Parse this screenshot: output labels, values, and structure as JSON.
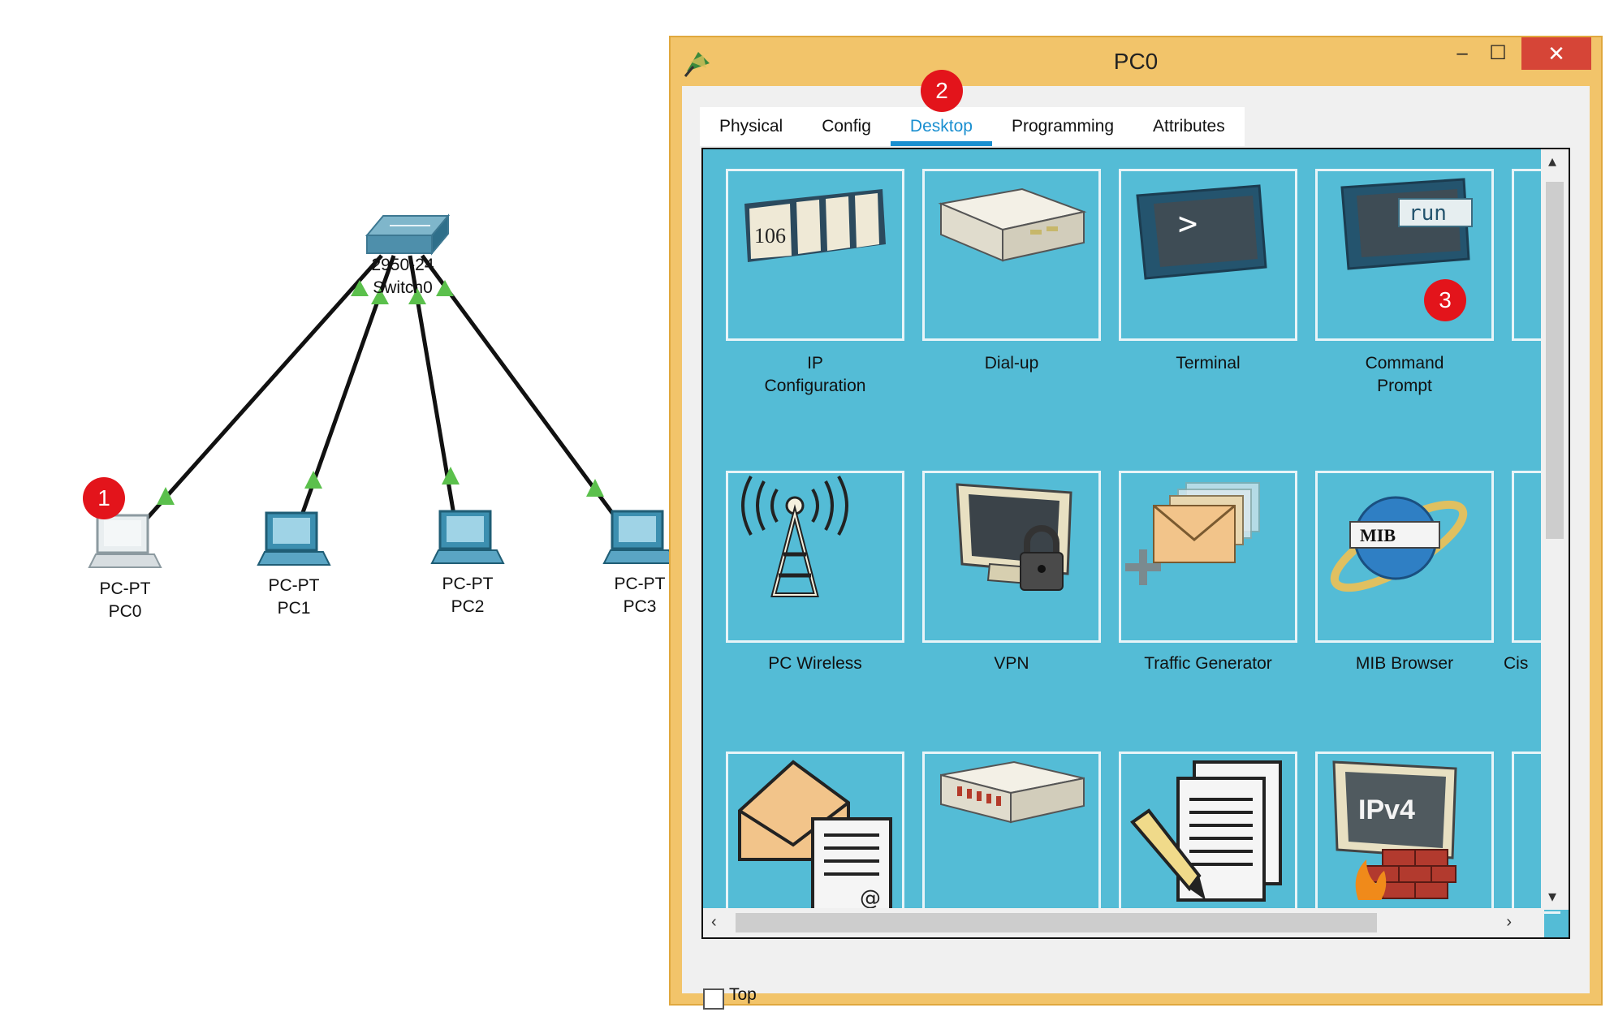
{
  "topology": {
    "switch": {
      "model": "2950-24",
      "name": "Switch0"
    },
    "pcs": [
      {
        "type": "PC-PT",
        "name": "PC0"
      },
      {
        "type": "PC-PT",
        "name": "PC1"
      },
      {
        "type": "PC-PT",
        "name": "PC2"
      },
      {
        "type": "PC-PT",
        "name": "PC3"
      }
    ]
  },
  "markers": [
    "1",
    "2",
    "3"
  ],
  "window": {
    "title": "PC0",
    "controls": {
      "minimize": "–",
      "maximize": "☐",
      "close": "✕"
    },
    "tabs": [
      "Physical",
      "Config",
      "Desktop",
      "Programming",
      "Attributes"
    ],
    "active_tab": "Desktop",
    "desktop_apps": [
      {
        "label_line1": "IP",
        "label_line2": "Configuration",
        "icon": "ip-configuration-icon",
        "icon_text": "106"
      },
      {
        "label_line1": "Dial-up",
        "label_line2": "",
        "icon": "modem-icon"
      },
      {
        "label_line1": "Terminal",
        "label_line2": "",
        "icon": "terminal-icon",
        "icon_text": ">"
      },
      {
        "label_line1": "Command",
        "label_line2": "Prompt",
        "icon": "command-prompt-icon",
        "icon_text": "run"
      },
      {
        "label_line1": "PC Wireless",
        "label_line2": "",
        "icon": "wireless-tower-icon"
      },
      {
        "label_line1": "VPN",
        "label_line2": "",
        "icon": "vpn-lock-icon"
      },
      {
        "label_line1": "Traffic Generator",
        "label_line2": "",
        "icon": "traffic-generator-icon"
      },
      {
        "label_line1": "MIB Browser",
        "label_line2": "",
        "icon": "mib-browser-icon",
        "icon_text": "MIB"
      },
      {
        "label_line1": "Cis",
        "label_line2": "",
        "icon": "partial-app-icon"
      },
      {
        "label_line1": "",
        "label_line2": "",
        "icon": "email-icon",
        "icon_text": "@"
      },
      {
        "label_line1": "",
        "label_line2": "",
        "icon": "modem-icon"
      },
      {
        "label_line1": "",
        "label_line2": "",
        "icon": "text-editor-icon"
      },
      {
        "label_line1": "",
        "label_line2": "",
        "icon": "ipv4-firewall-icon",
        "icon_text": "IPv4"
      }
    ],
    "top_checkbox": {
      "label": "Top",
      "checked": false
    }
  }
}
